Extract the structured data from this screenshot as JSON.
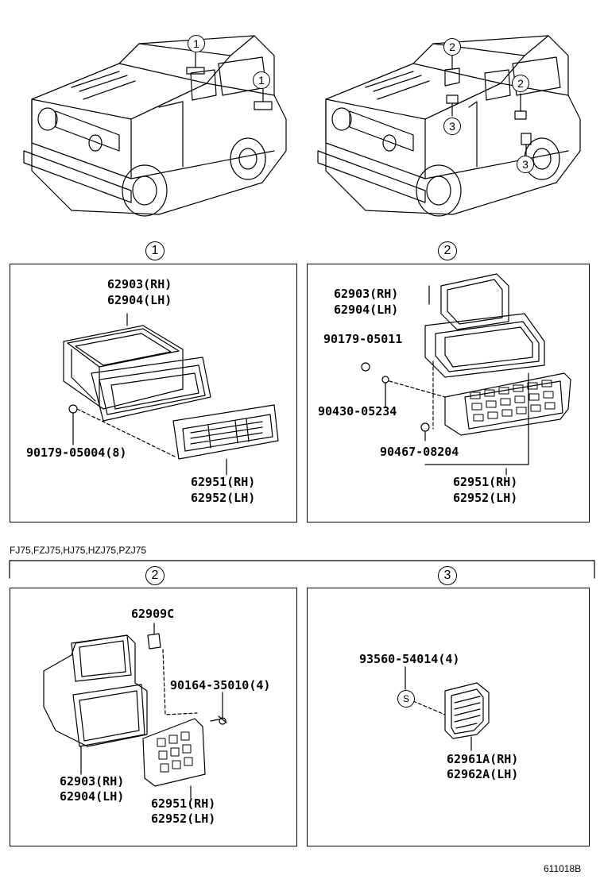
{
  "vehicle_views": {
    "left_callouts": [
      "1",
      "1"
    ],
    "right_callouts": [
      "2",
      "3",
      "2",
      "3"
    ]
  },
  "panel_headers": {
    "p1": "1",
    "p2": "2",
    "p3": "2",
    "p4": "3"
  },
  "panel1": {
    "part_rh": "62903(RH)",
    "part_lh": "62904(LH)",
    "bolt": "90179-05004(8)",
    "grille_rh": "62951(RH)",
    "grille_lh": "62952(LH)"
  },
  "panel2": {
    "part_rh": "62903(RH)",
    "part_lh": "62904(LH)",
    "bolt": "90179-05011",
    "washer": "90430-05234",
    "screw": "90467-08204",
    "grille_rh": "62951(RH)",
    "grille_lh": "62952(LH)"
  },
  "model_note": "FJ75,FZJ75,HJ75,HZJ75,PZJ75",
  "panel3": {
    "clip": "62909C",
    "screw": "90164-35010(4)",
    "part_rh": "62903(RH)",
    "part_lh": "62904(LH)",
    "grille_rh": "62951(RH)",
    "grille_lh": "62952(LH)"
  },
  "panel4": {
    "screw": "93560-54014(4)",
    "screw_symbol": "S",
    "grille_rh": "62961A(RH)",
    "grille_lh": "62962A(LH)"
  },
  "diagram_code": "611018B"
}
